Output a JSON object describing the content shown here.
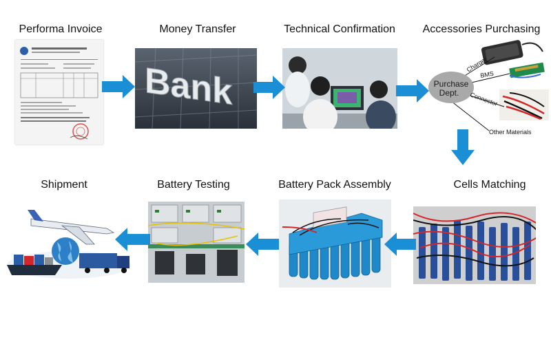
{
  "steps": {
    "proforma_invoice": "Performa Invoice",
    "money_transfer": "Money Transfer",
    "technical_confirmation": "Technical Confirmation",
    "accessories_purchasing": "Accessories Purchasing",
    "cells_matching": "Cells Matching",
    "battery_pack_assembly": "Battery Pack Assembly",
    "battery_testing": "Battery Testing",
    "shipment": "Shipment"
  },
  "bank_sign": "Bank",
  "purchase": {
    "line1": "Purchase",
    "line2": "Dept.",
    "charger": "Charger",
    "bms": "BMS",
    "connector": "Connector",
    "other": "Other Materials"
  },
  "colors": {
    "arrow": "#1b8fd6",
    "bubble": "#a9a9a9",
    "cell_blue": "#1e88c8"
  }
}
